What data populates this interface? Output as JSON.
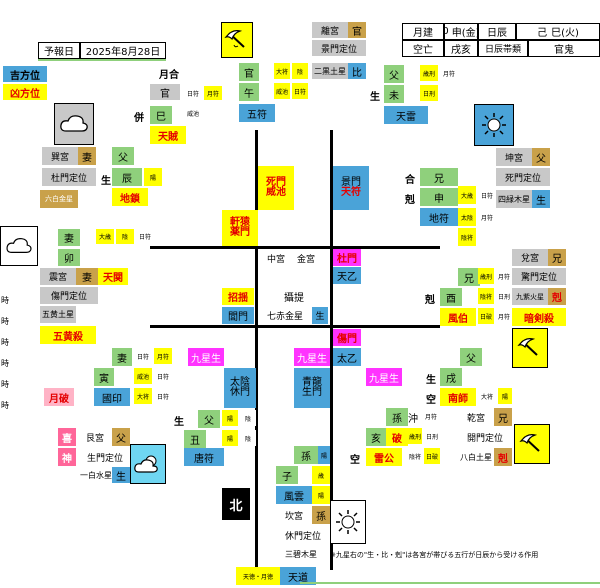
{
  "header": {
    "date_label": "予報日",
    "date_value": "2025年8月28日",
    "month_build": "月建",
    "month_num": "0",
    "month_branch": "申(金)",
    "day_label": "日辰",
    "day_cycle": "己",
    "day_branch": "巳(火)",
    "void_label": "空亡",
    "void_value": "戌亥",
    "day_star_label": "日辰帯類",
    "day_star": "官鬼"
  },
  "directions": {
    "lucky": "吉方位",
    "unlucky": "凶方位",
    "north": "北"
  },
  "left_labels": {
    "month_gen": "月合",
    "month_break": "月破"
  },
  "center": {
    "palace": "中宮",
    "gold": "金宮",
    "peach": "杜門",
    "star": "天乙",
    "row2a": "招揺",
    "row2b": "攝提",
    "sheng": "生",
    "gate": "閭門",
    "star2": "七赤金星"
  },
  "palaces": {
    "li": {
      "name": "離宮",
      "rel": "官",
      "gate": "景門定位",
      "star": "二黒土星",
      "gen": "比",
      "left_gen": "官",
      "left_branch": "午",
      "deity": "五符",
      "tiny": [
        "大将",
        "陰",
        "日符",
        "月符",
        "威池"
      ]
    },
    "kun": {
      "name": "坤宮",
      "rel": "父",
      "gate": "死門定位",
      "star": "四緑木星",
      "gen": "生",
      "row_a": "合",
      "row_b": "剋",
      "row_c": "兄",
      "row_d": "申",
      "deity": "地符",
      "tiny": [
        "大歳",
        "日符",
        "月符",
        "太陰",
        "陰将"
      ]
    },
    "dui": {
      "name": "兌宮",
      "rel": "兄",
      "gate": "驚門定位",
      "star": "九紫火星",
      "gen": "剋",
      "row_a": "兄",
      "row_b": "酉",
      "row_c": "剋",
      "deity": "風伯",
      "deity2": "暗剣殺",
      "tiny": [
        "歳刑",
        "月符",
        "日刑",
        "陰将",
        "日破"
      ]
    },
    "qian": {
      "name": "乾宮",
      "rel": "兄",
      "gate": "開門定位",
      "star": "八白土星",
      "gen": "剋",
      "row_a": "空",
      "row_b": "生",
      "row_c": "戌",
      "row_d": "父",
      "deity": "南師",
      "tiny": [
        "大将",
        "陽"
      ]
    },
    "kan": {
      "name": "坎宮",
      "rel": "孫",
      "gate": "休門定位",
      "star": "三碧木星",
      "row_a": "子",
      "deity": "風雲",
      "deity2": "天道",
      "bottom": "天徳・月徳",
      "tiny": [
        "歳",
        "陽"
      ]
    },
    "gen": {
      "name": "艮宮",
      "rel": "父",
      "gate": "生門定位",
      "star": "一白水星",
      "gen": "生",
      "left_a": "喜",
      "left_b": "神",
      "month_break": "月破",
      "row_a": "丑",
      "deity": "唐符",
      "tiny": [
        "陽",
        "陰"
      ]
    },
    "zhen": {
      "name": "震宮",
      "rel": "妻",
      "gate": "傷門定位",
      "star": "五黄土星",
      "row_a": "妻",
      "row_b": "卯",
      "deity": "天関",
      "deity2": "五黄殺",
      "tiny": [
        "大歳",
        "陰",
        "日符"
      ]
    },
    "xun": {
      "name": "巽宮",
      "rel": "妻",
      "gate": "杜門定位",
      "star": "六白金星",
      "row_a": "父",
      "row_b": "辰",
      "row_c": "生",
      "deity": "地鎖",
      "tiny": [
        "陽"
      ]
    }
  },
  "inner": {
    "top_left_a": "併",
    "top_left_b": "巳",
    "top_left_deity": "天賊",
    "xun_gate": "死門",
    "xun_gate2": "威池",
    "kun_gate": "景門",
    "kun_gate2": "天符",
    "west_a": "軒猿",
    "west_b": "薬門",
    "dui_deity": "傷門",
    "qian_a": "九星生",
    "qian_b": "太乙",
    "kan_a": "青龍",
    "kan_b": "生門",
    "gen_a": "太陰",
    "gen_b": "休門",
    "gen_c": "九星生",
    "wei": "未",
    "wei_deity": "天雷",
    "wei_gen": "生",
    "wei_rel": "父",
    "hai": "亥",
    "hai_b": "破",
    "hai_c": "雷公",
    "hai_d": "孫",
    "hai_e": "沖",
    "hai_left": "空",
    "yin": "寅",
    "yin_rel": "妻",
    "yin_deity": "國印",
    "chou_rel": "父",
    "chou_gen": "生"
  },
  "footnote": "※九星右の\"生・比・剋\"は各宮が帯びる五行が日辰から受ける作用",
  "side_hours": [
    "時",
    "時",
    "時",
    "時",
    "時",
    "時"
  ],
  "icons": [
    "rain-umbrella-icon",
    "sun-icon",
    "cloud-icon",
    "partly-cloudy-icon"
  ]
}
